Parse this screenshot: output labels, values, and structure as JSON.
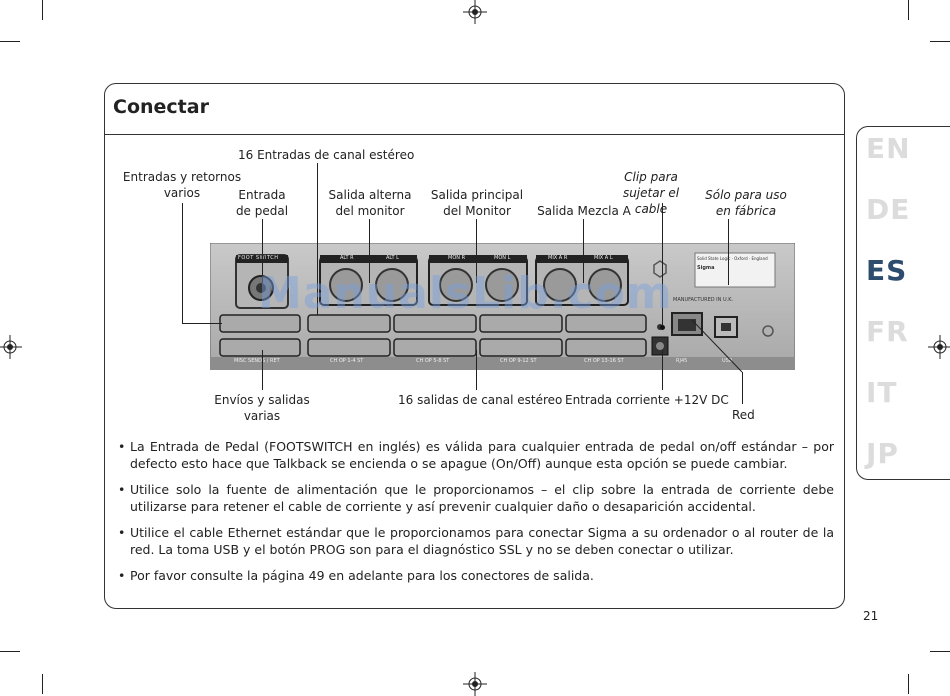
{
  "section": {
    "title": "Conectar"
  },
  "diagram": {
    "labels": {
      "stereo_inputs": "16 Entradas de canal estéreo",
      "misc_sends_returns": "Entradas y retornos\nvarios",
      "pedal_input": "Entrada\nde pedal",
      "alt_monitor_out": "Salida alterna\ndel monitor",
      "main_monitor_out": "Salida principal\ndel Monitor",
      "mix_a_out": "Salida Mezcla A",
      "cable_clip": "Clip para\nsujetar el cable",
      "factory_only": "Sólo para uso\nen fábrica",
      "misc_sends_outputs": "Envíos y salidas\nvarias",
      "stereo_outputs": "16 salidas de canal estéreo",
      "power_input": "Entrada corriente +12V DC",
      "network": "Red"
    },
    "panel": {
      "footswitch": "FOOT SWITCH",
      "alt_r": "ALT R",
      "alt_l": "ALT L",
      "mon_r": "MON R",
      "mon_l": "MON L",
      "mix_a_r": "MIX A R",
      "mix_a_l": "MIX A L",
      "manufactured": "MANUFACTURED IN U.K.",
      "sticker_line1": "Solid State Logic · Oxford · England",
      "sticker_line2": "Sigma",
      "rj45": "RJ45",
      "usb": "USB",
      "chop_a": "CH OP 1-4 ST",
      "chop_b": "CH OP 5-8 ST",
      "chop_c": "CH OP 9-12 ST",
      "chop_d": "CH OP 13-16 ST",
      "misc": "MISC SENDS / RET"
    }
  },
  "languages": [
    "EN",
    "DE",
    "ES",
    "FR",
    "IT",
    "JP"
  ],
  "active_language": "ES",
  "bullets": [
    "La Entrada de Pedal (FOOTSWITCH en inglés) es válida para cualquier entrada de pedal on/off  estándar – por defecto esto hace que Talkback se encienda o se apague (On/Off) aunque esta opción se puede cambiar.",
    "Utilice solo la fuente de alimentación que le proporcionamos – el clip sobre la entrada de corriente debe utilizarse para retener el cable de corriente y así prevenir cualquier daño o desaparición accidental.",
    "Utilice el cable Ethernet estándar que le proporcionamos para conectar Sigma a su ordenador o al router de la red. La toma USB y el botón PROG son para el diagnóstico SSL y no se deben conectar o utilizar.",
    "Por favor consulte la página 49 en adelante para los conectores de salida."
  ],
  "bullet_glyph": "•",
  "page_number": "21",
  "watermark": "ManualsLib.com"
}
